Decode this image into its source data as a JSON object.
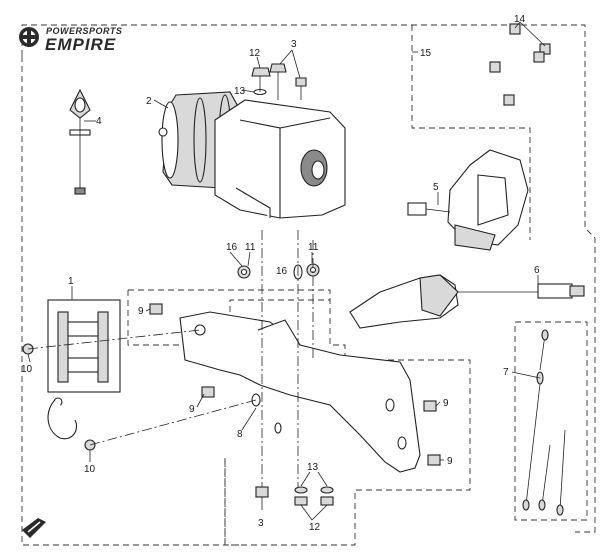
{
  "brand": {
    "line1": "POWERSPORTS",
    "line2": "EMPIRE"
  },
  "callouts": {
    "c1": "1",
    "c2": "2",
    "c3a": "3",
    "c3b": "3",
    "c4": "4",
    "c5": "5",
    "c6": "6",
    "c7": "7",
    "c8": "8",
    "c9a": "9",
    "c9b": "9",
    "c9c": "9",
    "c9d": "9",
    "c10a": "10",
    "c10b": "10",
    "c11a": "11",
    "c11b": "11",
    "c12a": "12",
    "c12b": "12",
    "c13a": "13",
    "c13b": "13",
    "c14": "14",
    "c15": "15",
    "c16a": "16",
    "c16b": "16"
  }
}
